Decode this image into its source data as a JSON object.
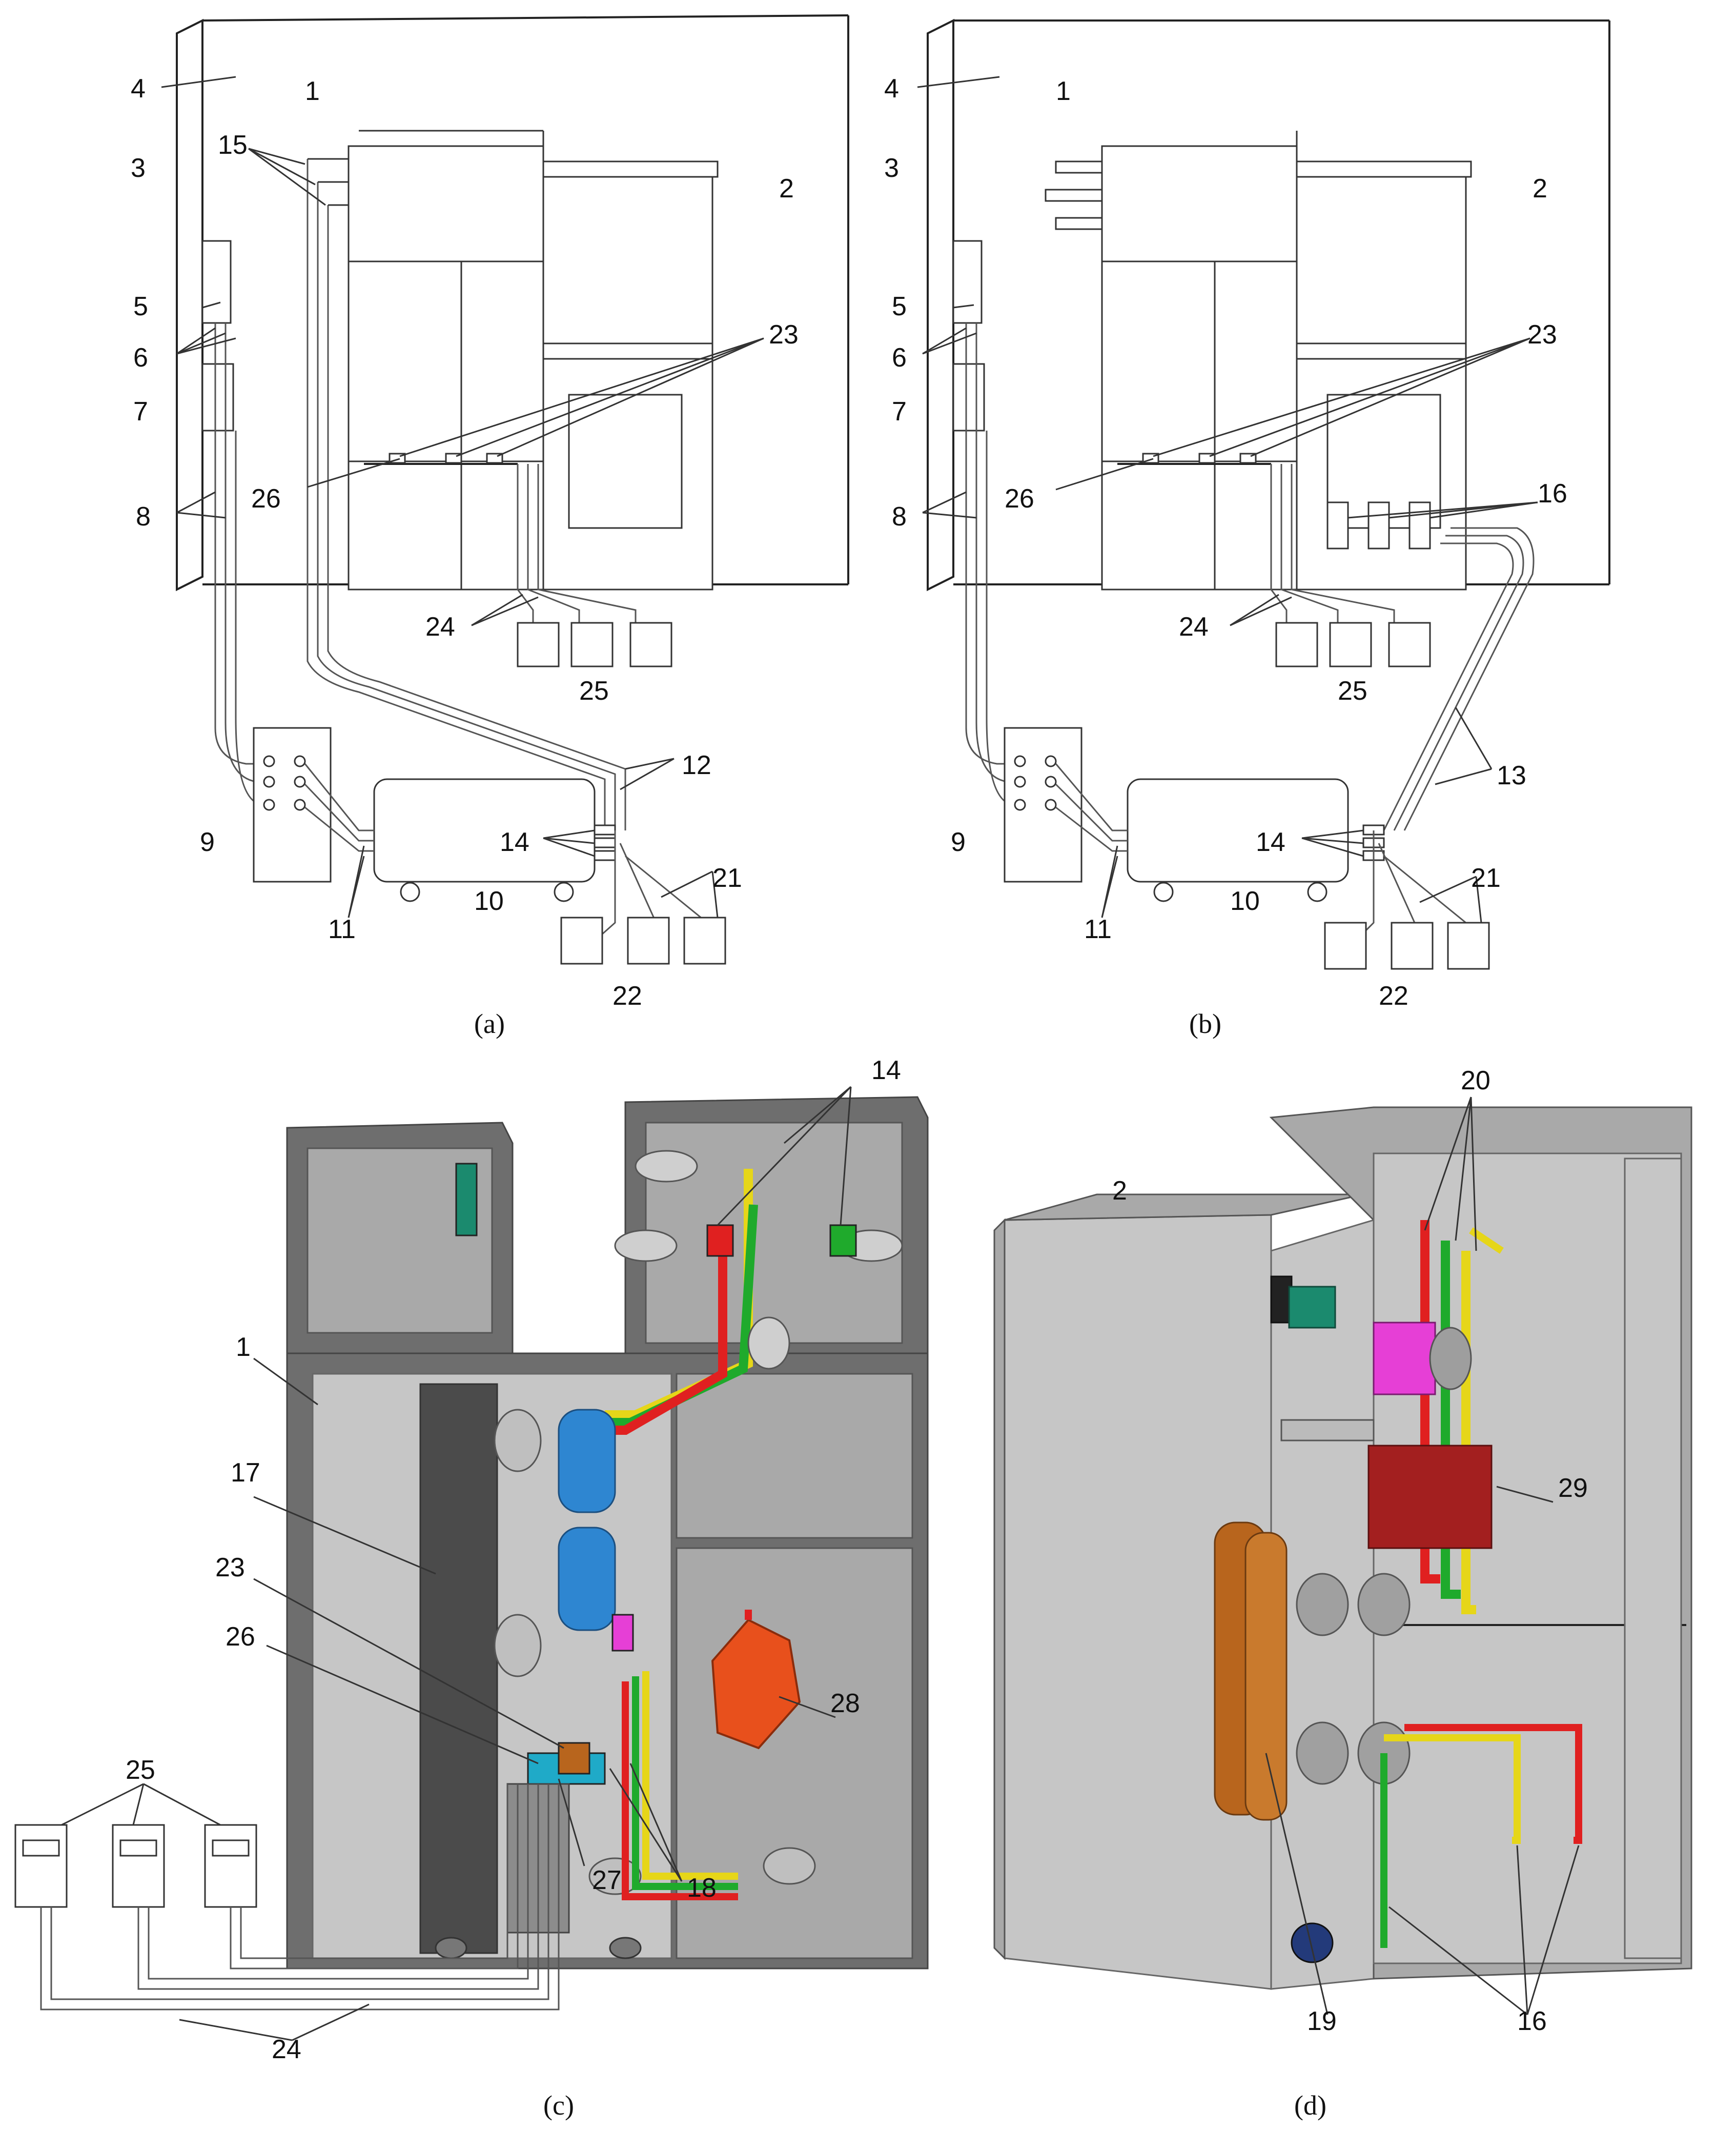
{
  "panels": {
    "a": {
      "caption": "(a)",
      "labels": [
        "4",
        "1",
        "3",
        "15",
        "2",
        "5",
        "6",
        "23",
        "7",
        "8",
        "26",
        "24",
        "25",
        "12",
        "9",
        "14",
        "21",
        "11",
        "10",
        "22"
      ]
    },
    "b": {
      "caption": "(b)",
      "labels": [
        "4",
        "1",
        "3",
        "2",
        "5",
        "6",
        "23",
        "7",
        "8",
        "26",
        "16",
        "24",
        "25",
        "13",
        "9",
        "14",
        "21",
        "11",
        "10",
        "22"
      ]
    },
    "c": {
      "caption": "(c)",
      "labels": [
        "14",
        "1",
        "17",
        "23",
        "26",
        "28",
        "25",
        "27",
        "18",
        "24"
      ]
    },
    "d": {
      "caption": "(d)",
      "labels": [
        "20",
        "2",
        "29",
        "19",
        "16"
      ]
    }
  },
  "colors": {
    "phase_red": "#e02020",
    "phase_yellow": "#e6d619",
    "phase_green": "#1faa2c",
    "capacitor_blue": "#2e86d1",
    "magenta": "#e63fd6",
    "orange": "#e8501c",
    "dark_red": "#a31f1f",
    "copper": "#b8651d",
    "teal": "#1b8a6e",
    "cabinet_gray": "#a9a9a9"
  }
}
